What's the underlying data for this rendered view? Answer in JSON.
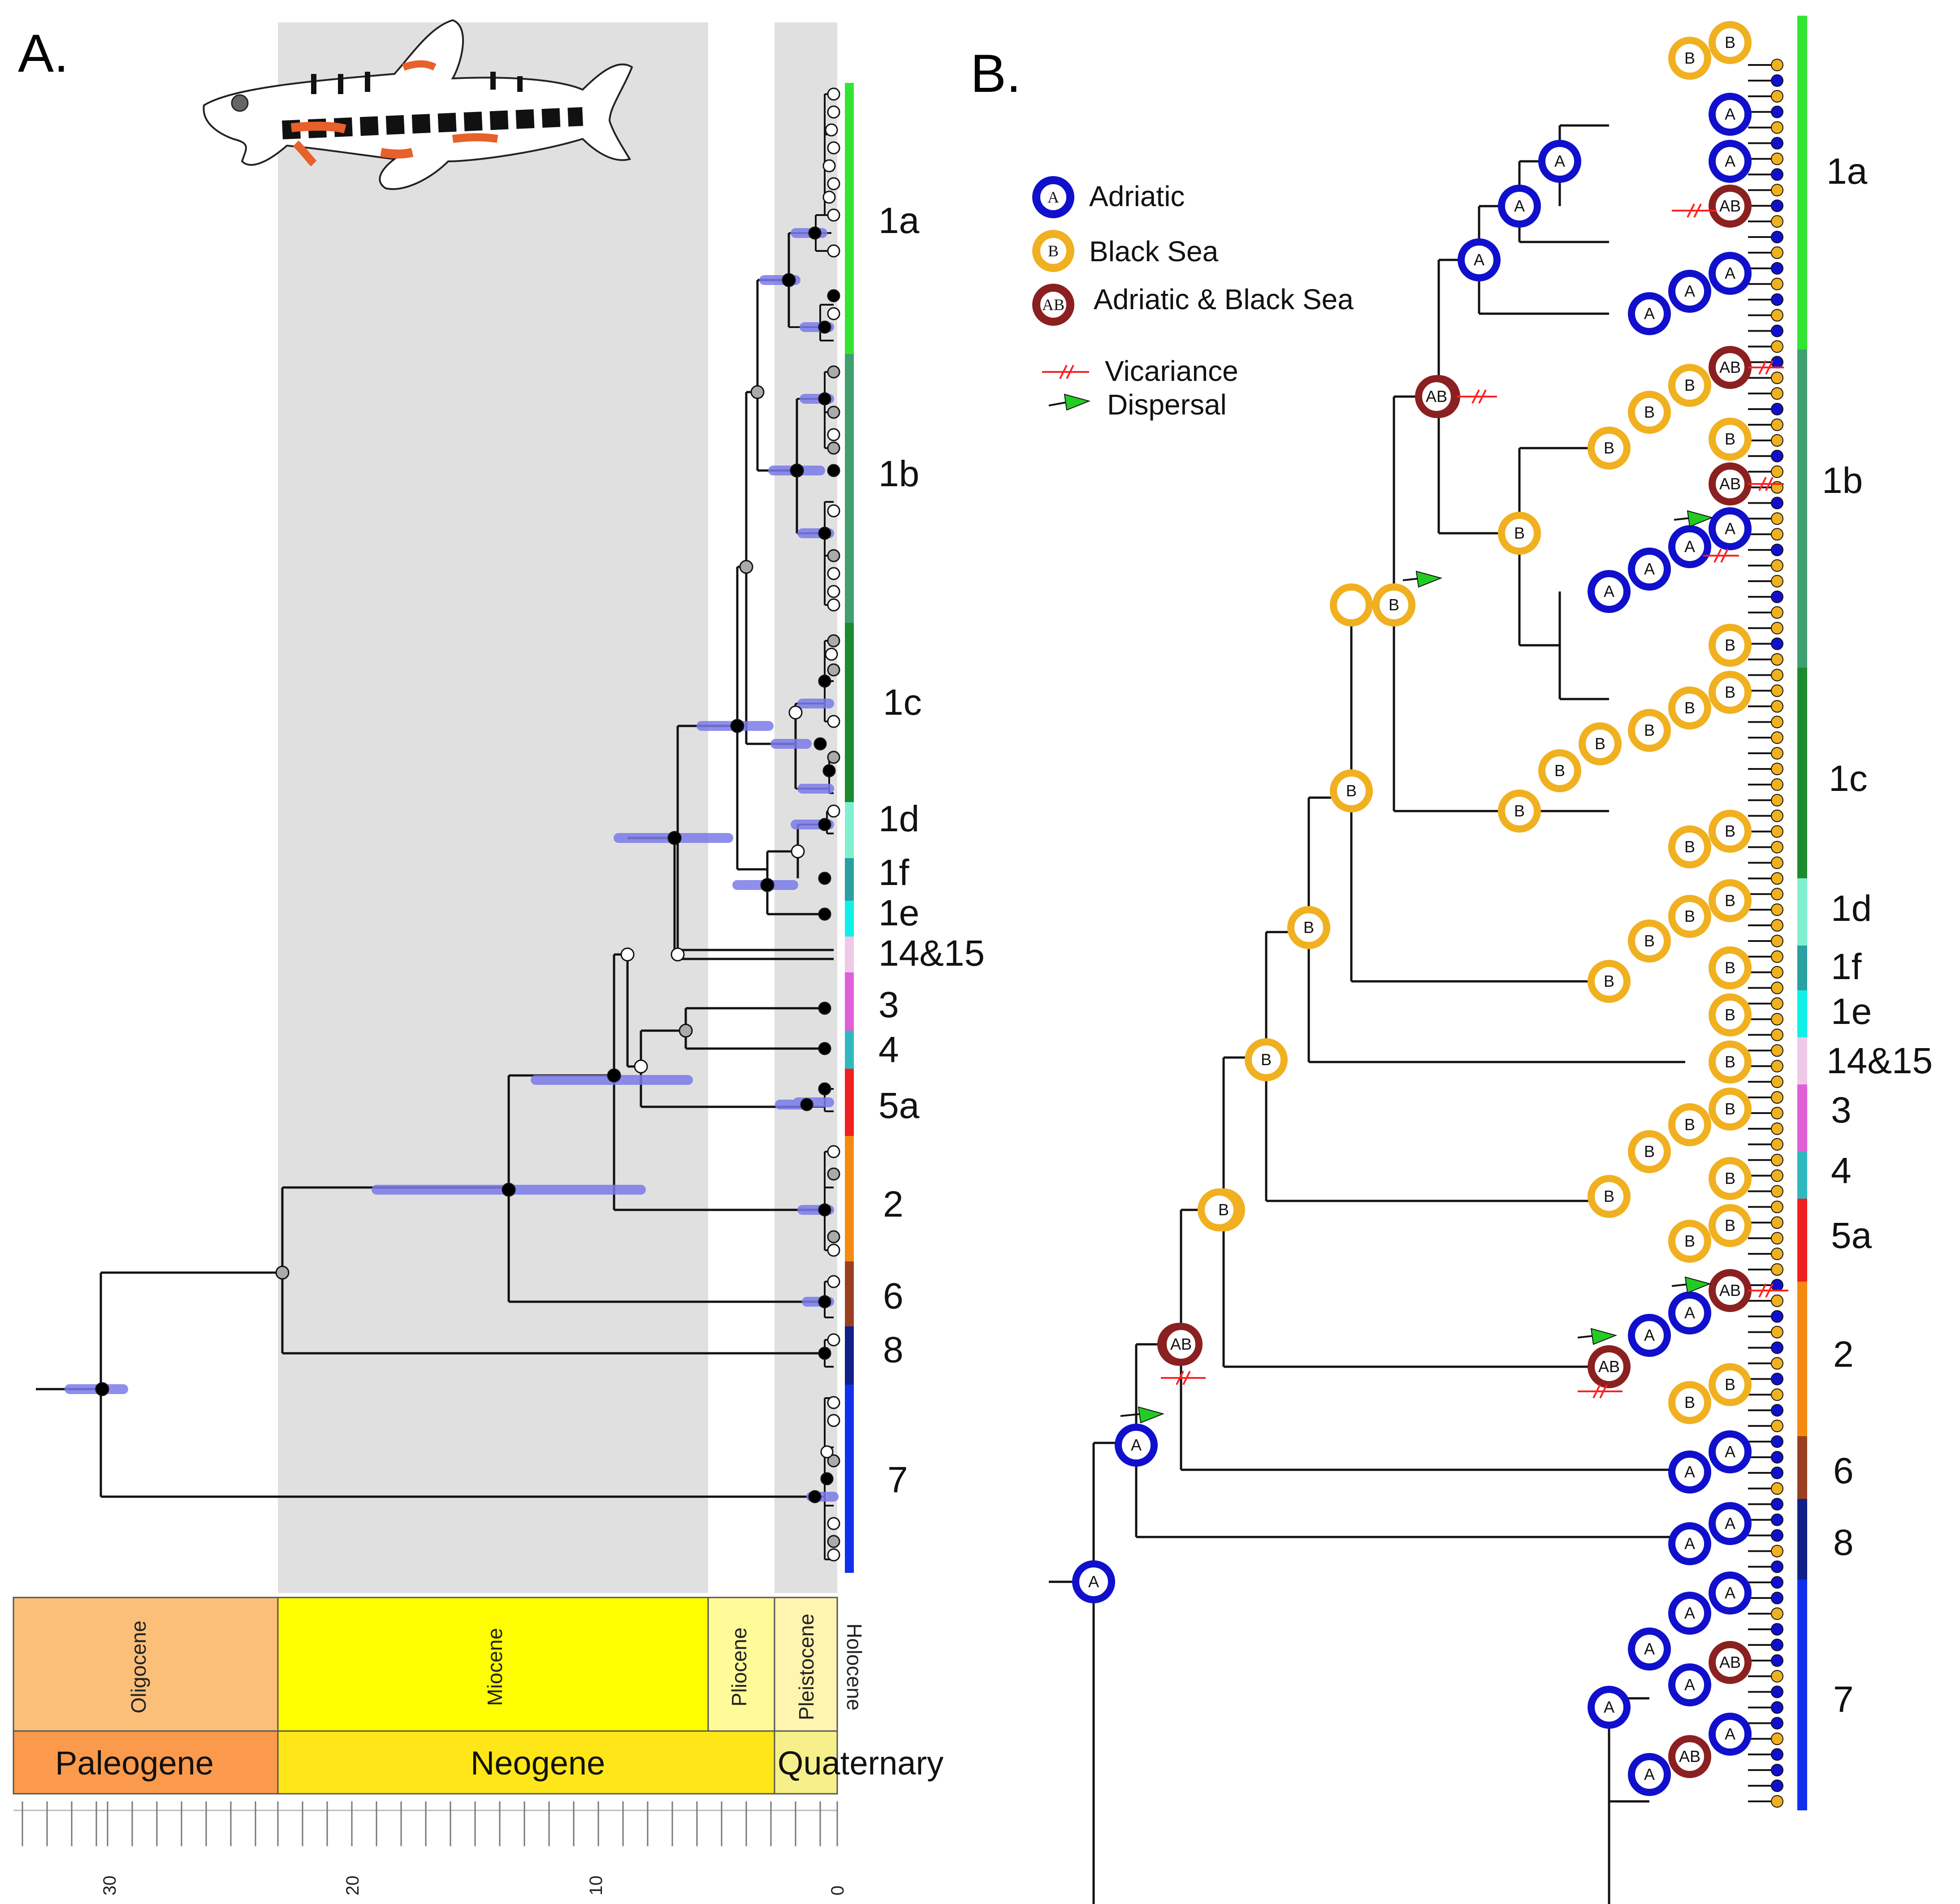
{
  "panels": {
    "a_label": "A.",
    "b_label": "B."
  },
  "colors": {
    "shading": "#e0e0e0",
    "hpd_bar": "#7b7bea",
    "adriatic": "#1010cc",
    "black_sea": "#f0b020",
    "both": "#8b2020",
    "vicariance": "#ff2020",
    "dispersal": "#22cc22",
    "oligocene": "#fbbf7a",
    "miocene": "#ffff00",
    "pliocene": "#fffb99",
    "pleistocene": "#fff4b0",
    "paleogene": "#fb9a4c",
    "neogene": "#ffe619",
    "quaternary": "#f7f08a"
  },
  "clades": [
    {
      "label": "1a",
      "color": "#33e533"
    },
    {
      "label": "1b",
      "color": "#40a070"
    },
    {
      "label": "1c",
      "color": "#1e8a2e"
    },
    {
      "label": "1d",
      "color": "#80f0d0"
    },
    {
      "label": "1f",
      "color": "#2aa0a0"
    },
    {
      "label": "1e",
      "color": "#10f0e8"
    },
    {
      "label": "14&15",
      "color": "#f0c8e8"
    },
    {
      "label": "3",
      "color": "#e060d8"
    },
    {
      "label": "4",
      "color": "#30b8c0"
    },
    {
      "label": "5a",
      "color": "#f02020"
    },
    {
      "label": "2",
      "color": "#f58a10"
    },
    {
      "label": "6",
      "color": "#9a4020"
    },
    {
      "label": "8",
      "color": "#10208a"
    },
    {
      "label": "7",
      "color": "#1030f0"
    }
  ],
  "timescale": {
    "epochs": [
      "Oligocene",
      "Miocene",
      "Pliocene",
      "Pleistocene",
      "Holocene"
    ],
    "periods": [
      "Paleogene",
      "Neogene",
      "Quaternary"
    ],
    "ticks": [
      "30",
      "20",
      "10",
      "0"
    ]
  },
  "legend": {
    "areas": [
      {
        "letter": "A",
        "label": "Adriatic"
      },
      {
        "letter": "B",
        "label": "Black Sea"
      },
      {
        "letter": "AB",
        "label": "Adriatic & Black Sea"
      }
    ],
    "vicariance": "Vicariance",
    "dispersal": "Dispersal"
  }
}
